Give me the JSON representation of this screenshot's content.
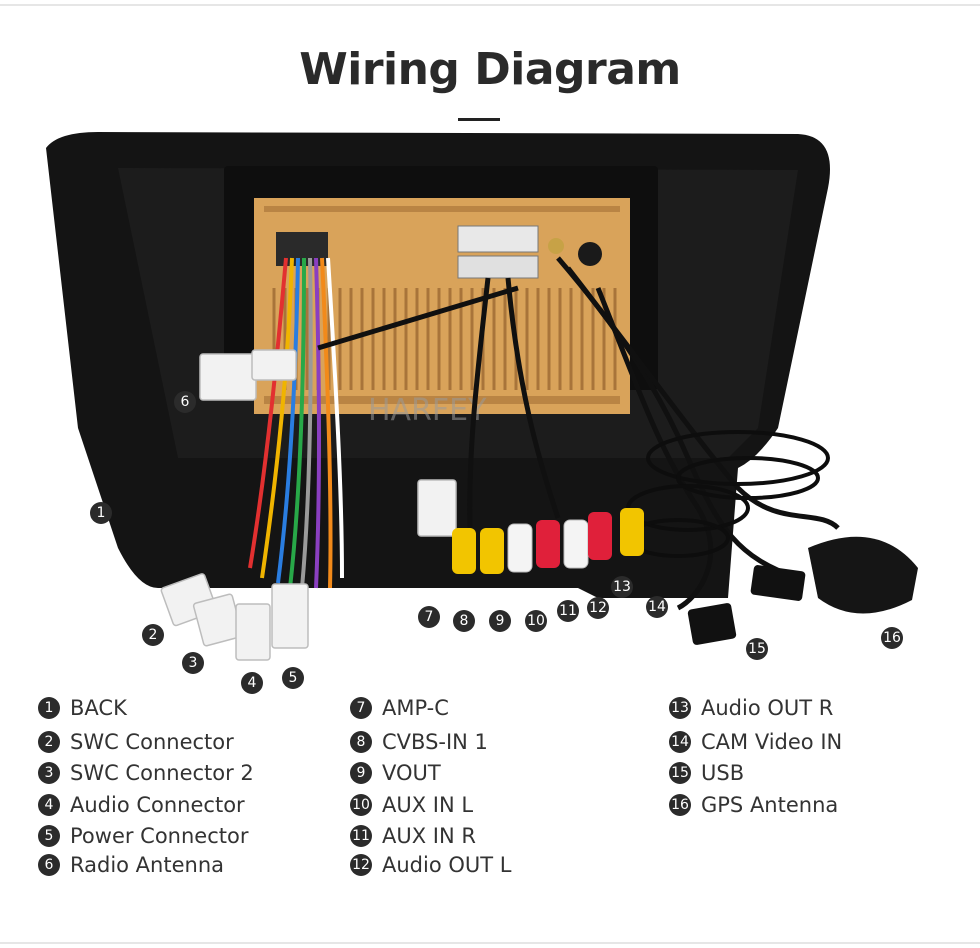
{
  "title": "Wiring Diagram",
  "watermark": "HARFEY",
  "callouts": [
    {
      "n": "1",
      "label": "BACK"
    },
    {
      "n": "2",
      "label": "SWC Connector"
    },
    {
      "n": "3",
      "label": "SWC Connector 2"
    },
    {
      "n": "4",
      "label": "Audio Connector"
    },
    {
      "n": "5",
      "label": "Power Connector"
    },
    {
      "n": "6",
      "label": "Radio Antenna"
    },
    {
      "n": "7",
      "label": "AMP-C"
    },
    {
      "n": "8",
      "label": "CVBS-IN 1"
    },
    {
      "n": "9",
      "label": "VOUT"
    },
    {
      "n": "10",
      "label": "AUX IN L"
    },
    {
      "n": "11",
      "label": "AUX IN R"
    },
    {
      "n": "12",
      "label": "Audio OUT L"
    },
    {
      "n": "13",
      "label": "Audio OUT R"
    },
    {
      "n": "14",
      "label": "CAM Video IN"
    },
    {
      "n": "15",
      "label": "USB"
    },
    {
      "n": "16",
      "label": "GPS Antenna"
    }
  ],
  "colors": {
    "bezel": "#151515",
    "unit": "#d9a35a",
    "rca_yellow": "#f2c500",
    "rca_red": "#e0203a",
    "rca_white": "#f4f4f4",
    "badge": "#2b2b2b"
  }
}
